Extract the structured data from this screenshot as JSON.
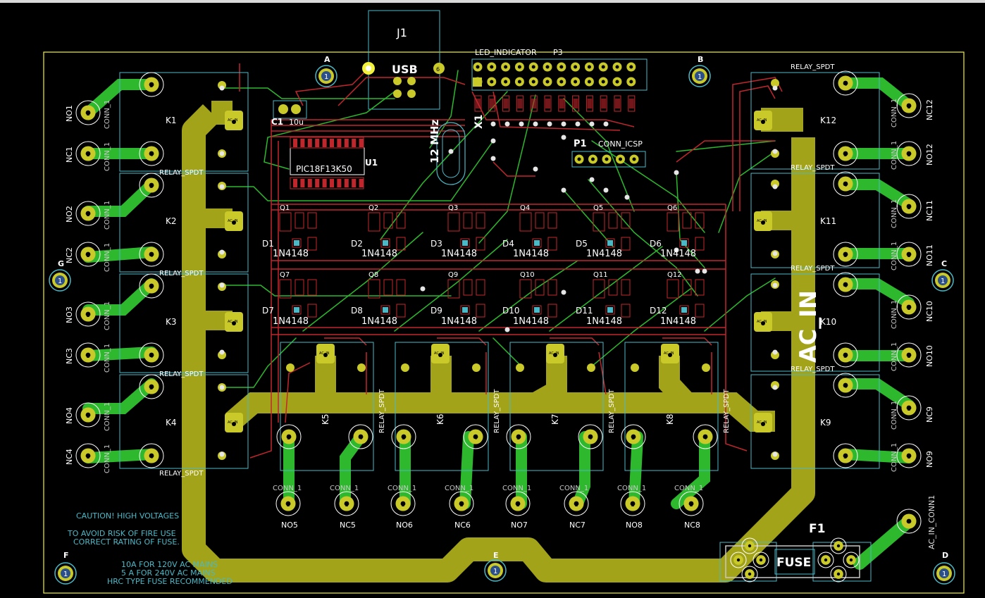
{
  "colors": {
    "board_outline": "#f2f23a",
    "copper_front": "#c0272d",
    "copper_back": "#1fb31f",
    "silkscreen": "#ffffff",
    "courtyard": "#4bb8c6",
    "pour": "#a3a31a",
    "pad": "#c9c92a",
    "pad_green": "#2db82d"
  },
  "connector_j1": {
    "ref": "J1",
    "label": "USB"
  },
  "header_p3": {
    "label": "LED_INDICATOR",
    "ref": "P3"
  },
  "header_p1": {
    "ref": "P1",
    "label": "CONN_ICSP"
  },
  "mcu": {
    "ref": "U1",
    "label": "PIC18F13K50"
  },
  "crystal": {
    "ref": "X1",
    "label": "12 MHz"
  },
  "capacitor": {
    "ref": "C1",
    "value": "10u"
  },
  "mounting_holes": [
    {
      "label": "A",
      "pin": "1"
    },
    {
      "label": "B",
      "pin": "1"
    },
    {
      "label": "G",
      "pin": "1"
    },
    {
      "label": "C",
      "pin": "1"
    },
    {
      "label": "F",
      "pin": "1"
    },
    {
      "label": "E",
      "pin": "1"
    },
    {
      "label": "D",
      "pin": "1"
    }
  ],
  "relays_left": [
    {
      "ref": "K1",
      "type": "RELAY_SPDT",
      "no": "NO1",
      "nc": "NC1"
    },
    {
      "ref": "K2",
      "type": "RELAY_SPDT",
      "no": "NO2",
      "nc": "NC2"
    },
    {
      "ref": "K3",
      "type": "RELAY_SPDT",
      "no": "NO3",
      "nc": "NC3"
    },
    {
      "ref": "K4",
      "type": "RELAY_SPDT",
      "no": "NO4",
      "nc": "NC4"
    }
  ],
  "relays_right": [
    {
      "ref": "K12",
      "type": "RELAY_SPDT",
      "no": "NO12",
      "nc": "NC12"
    },
    {
      "ref": "K11",
      "type": "RELAY_SPDT",
      "no": "NO11",
      "nc": "NC11"
    },
    {
      "ref": "K10",
      "type": "RELAY_SPDT",
      "no": "NO10",
      "nc": "NC10"
    },
    {
      "ref": "K9",
      "type": "RELAY_SPDT",
      "no": "NO9",
      "nc": "NC9"
    }
  ],
  "relays_bottom": [
    {
      "ref": "K5",
      "type": "RELAY_SPDT",
      "no": "NO5",
      "nc": "NC5"
    },
    {
      "ref": "K6",
      "type": "RELAY_SPDT",
      "no": "NO6",
      "nc": "NC6"
    },
    {
      "ref": "K7",
      "type": "RELAY_SPDT",
      "no": "NO7",
      "nc": "NC7"
    },
    {
      "ref": "K8",
      "type": "RELAY_SPDT",
      "no": "NO8",
      "nc": "NC8"
    }
  ],
  "conn_label": "CONN_1",
  "pad_ac_label": "AC_IN",
  "transistors_row1": [
    "Q1",
    "Q2",
    "Q3",
    "Q4",
    "Q5",
    "Q6"
  ],
  "transistors_row2": [
    "Q7",
    "Q8",
    "Q9",
    "Q10",
    "Q11",
    "Q12"
  ],
  "diodes_row1": [
    "D1",
    "D2",
    "D3",
    "D4",
    "D5",
    "D6"
  ],
  "diodes_row2": [
    "D7",
    "D8",
    "D9",
    "D10",
    "D11",
    "D12"
  ],
  "diode_part": "1N4148",
  "ac_in_text": "AC_IN",
  "ac_in_conn": "AC_IN_CONN1",
  "fuse": {
    "ref": "F1",
    "label": "FUSE"
  },
  "caution": {
    "line1": "CAUTION!  HIGH VOLTAGES",
    "line2": "TO AVOID RISK OF FIRE USE",
    "line3": "CORRECT RATING OF FUSE.",
    "line4": "10A FOR 120V AC MAINS",
    "line5": "5 A FOR 240V AC MAINS",
    "line6": "HRC TYPE FUSE RECOMMENDED"
  }
}
